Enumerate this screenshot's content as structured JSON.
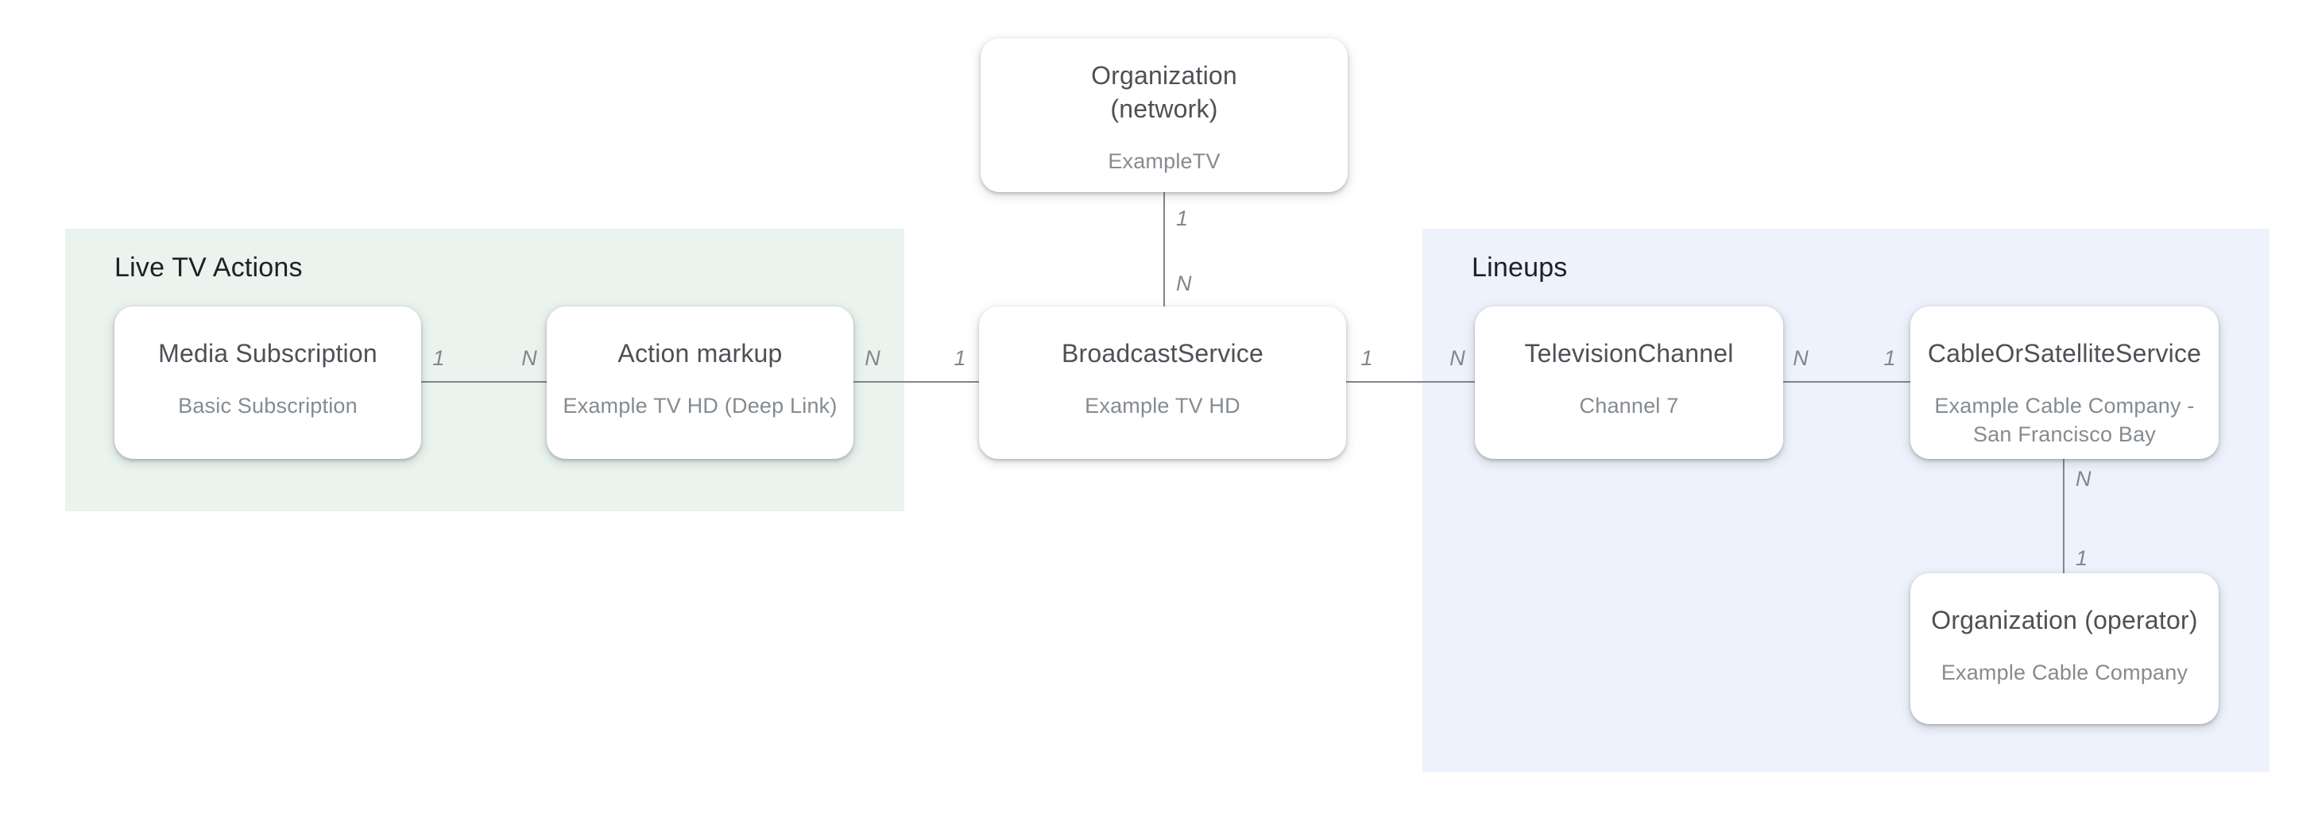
{
  "regions": {
    "live_tv": {
      "label": "Live TV Actions"
    },
    "lineups": {
      "label": "Lineups"
    }
  },
  "nodes": {
    "org_network": {
      "title": "Organization\n(network)",
      "subtitle": "ExampleTV"
    },
    "media_subscription": {
      "title": "Media Subscription",
      "subtitle": "Basic Subscription"
    },
    "action_markup": {
      "title": "Action markup",
      "subtitle": "Example TV HD (Deep Link)"
    },
    "broadcast_service": {
      "title": "BroadcastService",
      "subtitle": "Example TV HD"
    },
    "television_channel": {
      "title": "TelevisionChannel",
      "subtitle": "Channel 7"
    },
    "cable_or_satellite_service": {
      "title": "CableOrSatelliteService",
      "subtitle": "Example Cable Company -\nSan Francisco Bay"
    },
    "org_operator": {
      "title": "Organization (operator)",
      "subtitle": "Example Cable Company"
    }
  },
  "cardinalities": [
    {
      "id": "media-subscription-to-action-markup-near",
      "text": "1"
    },
    {
      "id": "media-subscription-to-action-markup-far",
      "text": "N"
    },
    {
      "id": "action-markup-to-broadcast-service-near",
      "text": "N"
    },
    {
      "id": "action-markup-to-broadcast-service-far",
      "text": "1"
    },
    {
      "id": "broadcast-service-to-television-channel-near",
      "text": "1"
    },
    {
      "id": "broadcast-service-to-television-channel-far",
      "text": "N"
    },
    {
      "id": "television-channel-to-cable-service-near",
      "text": "N"
    },
    {
      "id": "television-channel-to-cable-service-far",
      "text": "1"
    },
    {
      "id": "org-network-to-broadcast-service-top",
      "text": "1"
    },
    {
      "id": "org-network-to-broadcast-service-bottom",
      "text": "N"
    },
    {
      "id": "cable-service-to-org-operator-top",
      "text": "N"
    },
    {
      "id": "cable-service-to-org-operator-bottom",
      "text": "1"
    }
  ],
  "colors": {
    "live_tv_region_bg": "#EAF3EE",
    "lineups_region_bg": "#EDF2FC",
    "node_bg": "#FFFFFF",
    "heading_text": "#202124",
    "node_title_text": "#4D5156",
    "node_subtitle_text": "#858B90",
    "connector_line": "#7F868C",
    "cardinality_text": "#80868B"
  }
}
